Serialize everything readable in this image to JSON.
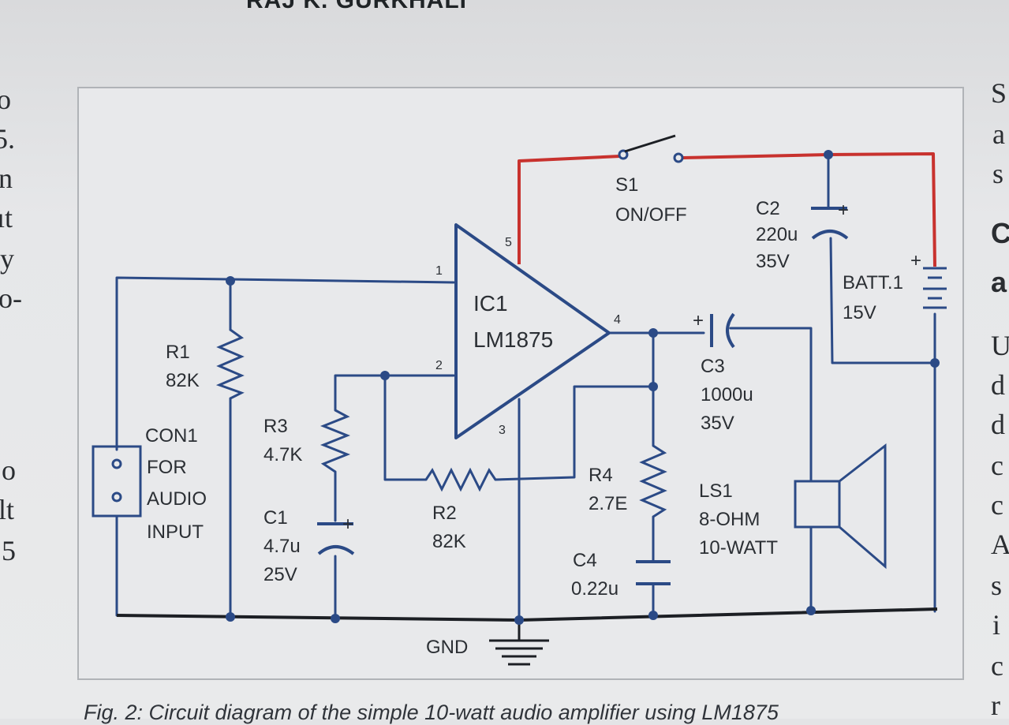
{
  "header": {
    "author": "RAJ K. GURKHALI"
  },
  "left_margin_text": [
    "o",
    "5.",
    "n",
    "ıt",
    "y",
    "o-",
    "o",
    "lt",
    "5"
  ],
  "right_margin_text": [
    "S",
    "a",
    "s",
    "C",
    "a",
    "U",
    "d",
    "d",
    "c",
    "c",
    "A",
    "s",
    "i",
    "c",
    "r"
  ],
  "components": {
    "ic1": {
      "ref": "IC1",
      "part": "LM1875",
      "pins": [
        "1",
        "2",
        "3",
        "4",
        "5"
      ]
    },
    "s1": {
      "ref": "S1",
      "value": "ON/OFF"
    },
    "c2": {
      "ref": "C2",
      "value": "220u",
      "rating": "35V"
    },
    "batt": {
      "ref": "BATT.1",
      "value": "15V"
    },
    "r1": {
      "ref": "R1",
      "value": "82K"
    },
    "r3": {
      "ref": "R3",
      "value": "4.7K"
    },
    "c1": {
      "ref": "C1",
      "value": "4.7u",
      "rating": "25V"
    },
    "r2": {
      "ref": "R2",
      "value": "82K"
    },
    "con1": {
      "ref": "CON1",
      "lines": [
        "FOR",
        "AUDIO",
        "INPUT"
      ]
    },
    "c3": {
      "ref": "C3",
      "value": "1000u",
      "rating": "35V"
    },
    "r4": {
      "ref": "R4",
      "value": "2.7E"
    },
    "c4": {
      "ref": "C4",
      "value": "0.22u"
    },
    "ls1": {
      "ref": "LS1",
      "value": "8-OHM",
      "rating": "10-WATT"
    },
    "gnd": {
      "label": "GND"
    }
  },
  "polarity_mark": "+",
  "colors": {
    "wire": "#2b4a86",
    "supply_wire": "#c8322e",
    "ground_rail": "#1c1f24",
    "frame": "#b0b3b7"
  },
  "caption": "Fig. 2: Circuit diagram of the simple 10-watt audio amplifier using LM1875"
}
